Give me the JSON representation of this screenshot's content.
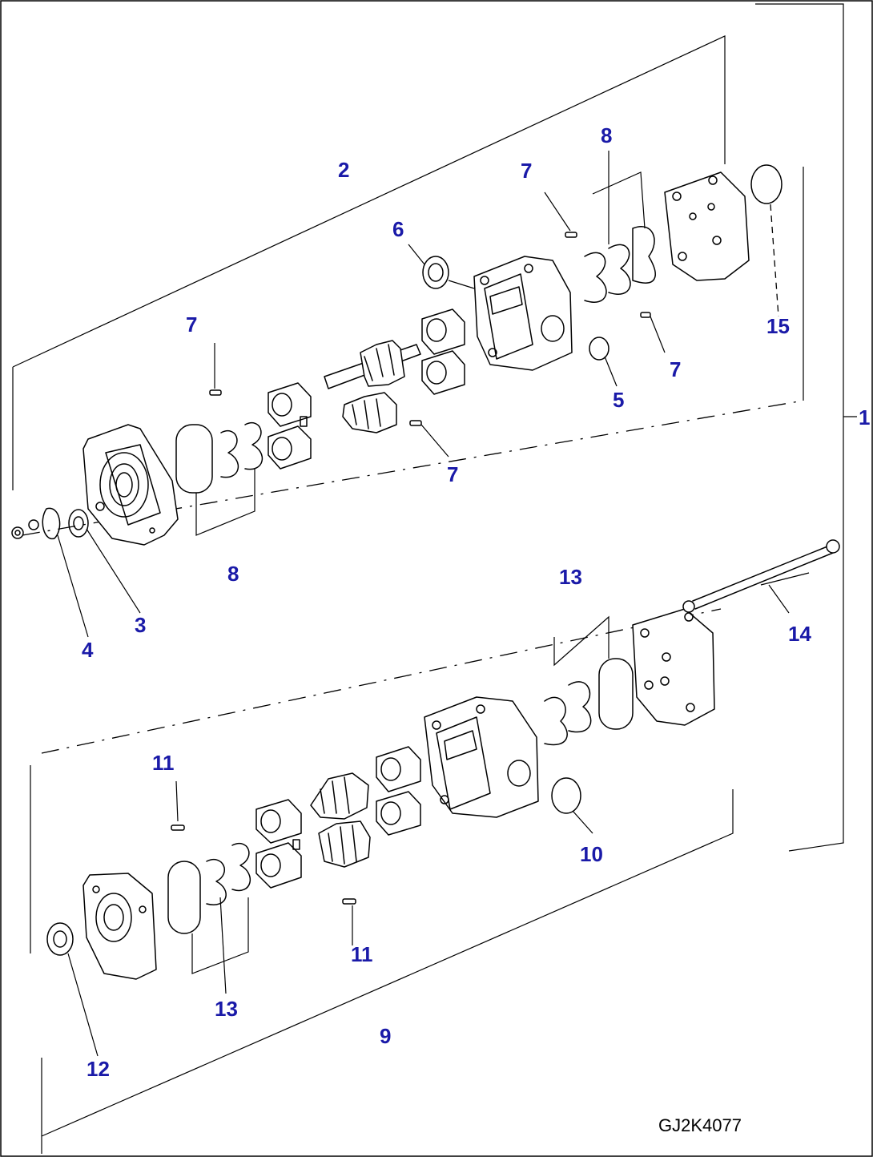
{
  "callouts": {
    "c1": "1",
    "c2": "2",
    "c3": "3",
    "c4": "4",
    "c5": "5",
    "c6": "6",
    "c7a": "7",
    "c7b": "7",
    "c7c": "7",
    "c7d": "7",
    "c8a": "8",
    "c8b": "8",
    "c9": "9",
    "c10": "10",
    "c11a": "11",
    "c11b": "11",
    "c12": "12",
    "c13a": "13",
    "c13b": "13",
    "c14": "14",
    "c15": "15"
  },
  "drawing_code": "GJ2K4077",
  "colors": {
    "callout": "#1a1aa8",
    "line": "#000000"
  }
}
